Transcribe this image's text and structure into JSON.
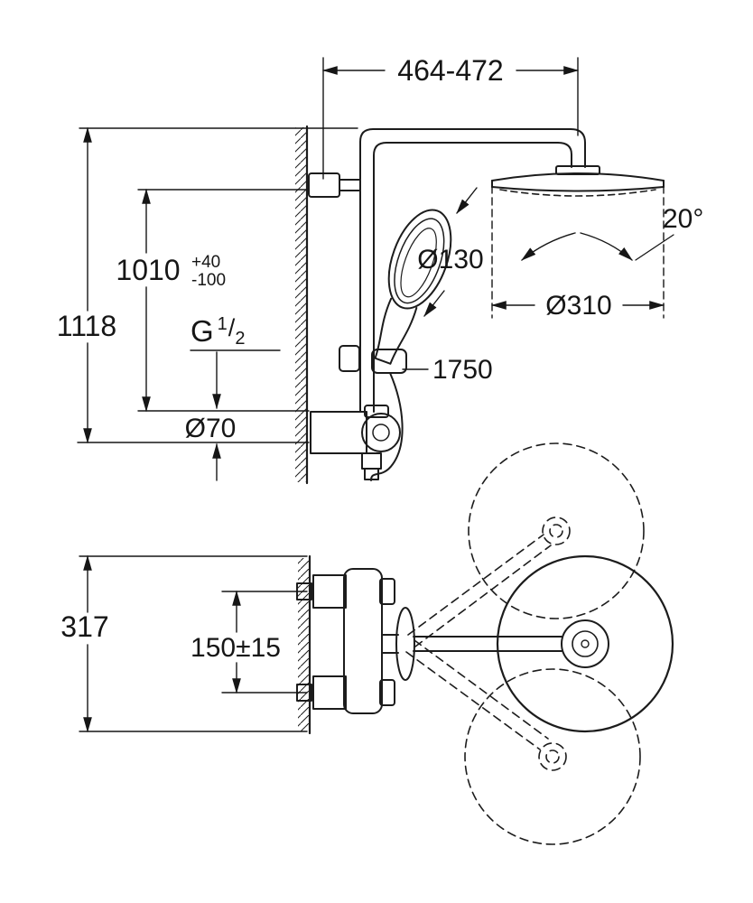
{
  "drawing": {
    "kind": "technical-dimension-drawing",
    "subject": "shower-system",
    "colors": {
      "line": "#1c1c1c",
      "background": "#ffffff"
    },
    "labels": {
      "width_range": "464-472",
      "overall_height": "1118",
      "mount_height": "1010",
      "mount_tol_plus": "+40",
      "mount_tol_minus": "-100",
      "thread_prefix": "G",
      "thread_numerator": "1",
      "thread_slash": "/",
      "thread_denominator": "2",
      "escutcheon_dia": "Ø70",
      "hand_shower_dia": "Ø130",
      "hose_length": "1750",
      "swivel_angle": "20°",
      "head_shower_dia": "Ø310",
      "plan_depth": "317",
      "connection_spacing": "150±15"
    }
  }
}
